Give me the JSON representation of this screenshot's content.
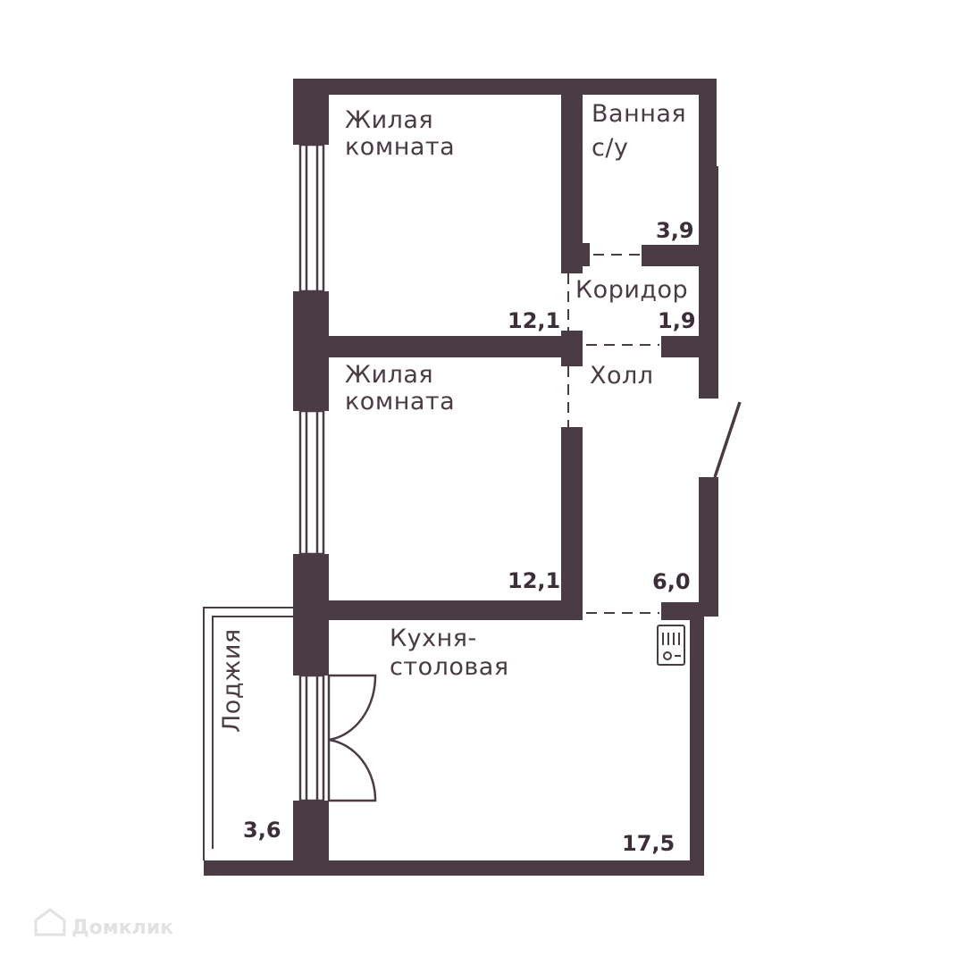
{
  "colors": {
    "wall": "#4a3b45",
    "text": "#4a3b45",
    "background": "#ffffff",
    "watermark": "#e2e2e2"
  },
  "rooms": {
    "living_1": {
      "name_line1": "Жилая",
      "name_line2": "комната",
      "area": "12,1"
    },
    "living_2": {
      "name_line1": "Жилая",
      "name_line2": "комната",
      "area": "12,1"
    },
    "bathroom": {
      "name_line1": "Ванная",
      "name_line2": "с/у",
      "area": "3,9"
    },
    "corridor": {
      "name": "Коридор",
      "area": "1,9"
    },
    "hall": {
      "name": "Холл",
      "area": "6,0"
    },
    "kitchen": {
      "name_line1": "Кухня-",
      "name_line2": "столовая",
      "area": "17,5"
    },
    "loggia": {
      "name": "Лоджия",
      "area": "3,6"
    }
  },
  "icons": {
    "sink": "kitchen-sink-icon",
    "logo": "domclick-logo-icon"
  },
  "watermark": {
    "text": "Домклик"
  }
}
